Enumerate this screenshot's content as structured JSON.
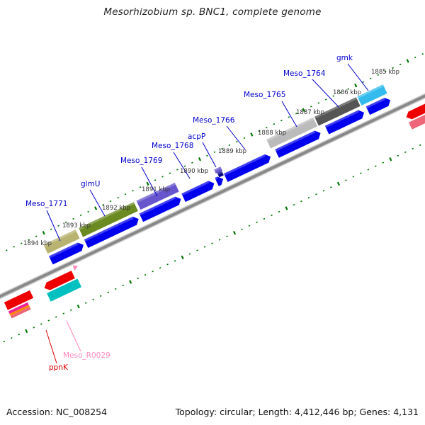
{
  "title": "Mesorhizobium sp. BNC1, complete genome",
  "footer": {
    "accession": "Accession: NC_008254",
    "summary": "Topology: circular; Length: 4,412,446 bp; Genes: 4,131"
  },
  "ruler": {
    "unit": "kbp",
    "ticks": [
      "1885 kbp",
      "1886 kbp",
      "1887 kbp",
      "1888 kbp",
      "1889 kbp",
      "1890 kbp",
      "1891 kbp",
      "1892 kbp",
      "1893 kbp",
      "1894 kbp"
    ],
    "tick_color": "#007700"
  },
  "backbone_color": "#888888",
  "genes_upper": [
    {
      "name": "gmk",
      "color": "#33bbee",
      "label_color": "#0000cc"
    },
    {
      "name": "Meso_1764",
      "color": "#555555",
      "label_color": "#0000cc"
    },
    {
      "name": "Meso_1765",
      "color": "#bbbbbb",
      "label_color": "#0000cc"
    },
    {
      "name": "Meso_1766",
      "color": "#000088",
      "label_color": "#0000cc"
    },
    {
      "name": "acpP",
      "color": "#6655cc",
      "label_color": "#0000cc"
    },
    {
      "name": "Meso_1768",
      "color": "#0000ee",
      "label_color": "#0000cc"
    },
    {
      "name": "Meso_1769",
      "color": "#6655cc",
      "label_color": "#0000cc"
    },
    {
      "name": "glmU",
      "color": "#6b8a22",
      "label_color": "#0000cc"
    },
    {
      "name": "Meso_1771",
      "color": "#b8b370",
      "label_color": "#0000cc"
    }
  ],
  "genes_lower": [
    {
      "name": "ppnK",
      "color": "#ee0000",
      "label_color": "#dd0000"
    },
    {
      "name": "Meso_R0029",
      "color": "#ff88bb",
      "label_color": "#ff88bb"
    }
  ],
  "cds_color": "#0000ee",
  "other_colors": {
    "teal": "#00c0c0",
    "red": "#ee0000",
    "pink": "#ee6677",
    "magenta": "#ee2299",
    "orange": "#ff8800"
  }
}
